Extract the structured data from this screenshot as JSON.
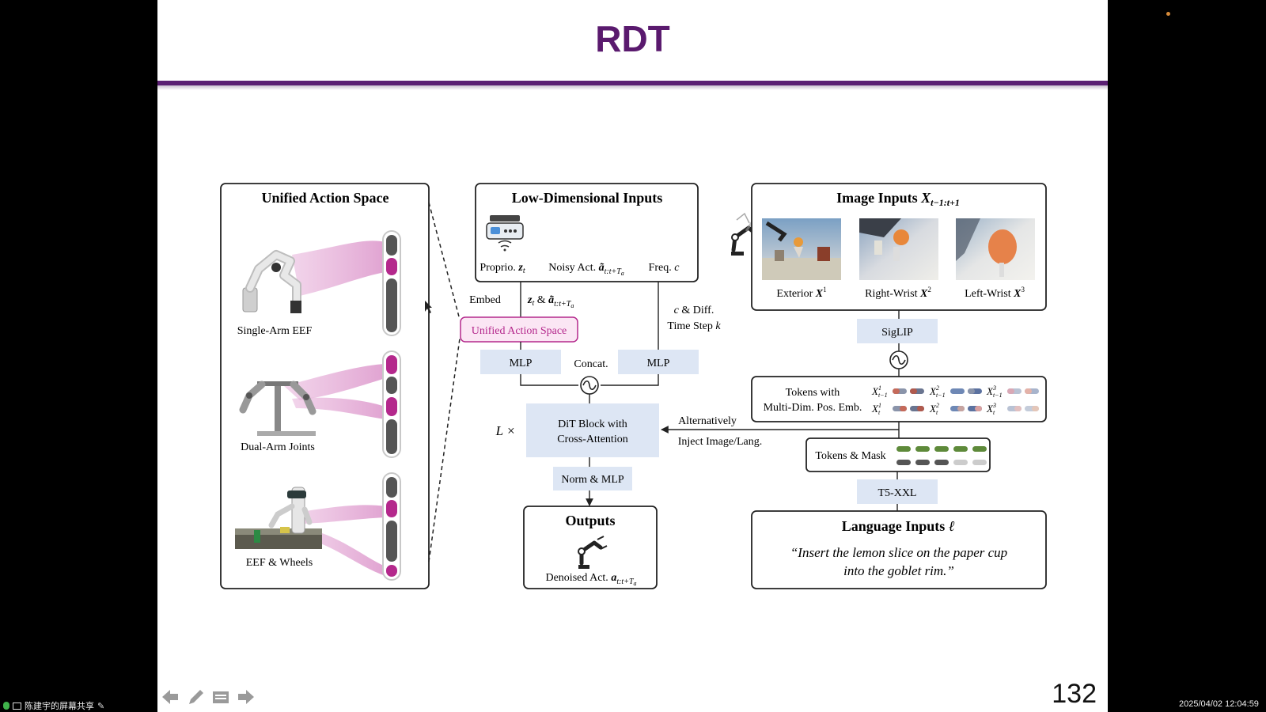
{
  "slide": {
    "title": "RDT",
    "page_number": "132"
  },
  "screen_share": {
    "status_text": "陈建宇的屏幕共享",
    "timestamp": "2025/04/02 12:04:59"
  },
  "unified_action_space": {
    "title": "Unified Action Space",
    "robots": [
      {
        "label": "Single-Arm EEF"
      },
      {
        "label": "Dual-Arm Joints"
      },
      {
        "label": "EEF & Wheels"
      }
    ]
  },
  "low_dim_inputs": {
    "title": "Low-Dimensional Inputs",
    "proprio": "Proprio.",
    "proprio_sym": "z",
    "proprio_sub": "t",
    "noisy_act": "Noisy Act.",
    "noisy_sym": "ã",
    "noisy_sub": "t:t+T",
    "noisy_subsub": "a",
    "freq": "Freq.",
    "freq_sym": "c"
  },
  "flow": {
    "embed": "Embed",
    "embed_expr_z": "z",
    "embed_expr_t": "t",
    "embed_expr_amp": " & ",
    "embed_expr_a": "ã",
    "embed_expr_sub": "t:t+T",
    "embed_expr_subsub": "a",
    "unified_action_space_tag": "Unified Action Space",
    "mlp_left": "MLP",
    "mlp_right": "MLP",
    "concat": "Concat.",
    "cdiff_line1": "c & Diff.",
    "cdiff_line2a": "Time Step ",
    "cdiff_line2b": "k",
    "l_times": "L ×",
    "dit_line1": "DiT Block with",
    "dit_line2": "Cross-Attention",
    "norm_mlp": "Norm & MLP",
    "alternatively": "Alternatively",
    "inject": "Inject Image/Lang."
  },
  "outputs": {
    "title": "Outputs",
    "denoised": "Denoised Act.",
    "denoised_sym": "a",
    "denoised_sub": "t:t+T",
    "denoised_subsub": "a"
  },
  "image_inputs": {
    "title": "Image Inputs ",
    "title_sym": "X",
    "title_sub": "t−1:t+1",
    "cams": [
      {
        "label": "Exterior ",
        "sym": "X",
        "sup": "1"
      },
      {
        "label": "Right-Wrist ",
        "sym": "X",
        "sup": "2"
      },
      {
        "label": "Left-Wrist ",
        "sym": "X",
        "sup": "3"
      }
    ]
  },
  "encoders": {
    "siglip": "SigLIP",
    "t5": "T5-XXL"
  },
  "tokens": {
    "line1": "Tokens with",
    "line2": "Multi-Dim. Pos. Emb.",
    "x_sym": "X",
    "sub_prev": "t−1",
    "sub_cur": "t",
    "sup1": "1",
    "sup2": "2",
    "sup3": "3",
    "mask_label": "Tokens & Mask"
  },
  "language_inputs": {
    "title": "Language Inputs ",
    "title_sym": "ℓ",
    "line1": "“Insert the lemon slice on the paper cup",
    "line2": "into the goblet rim.”"
  },
  "colors": {
    "title_purple": "#5a1a6e",
    "accent_magenta": "#b4288c",
    "box_blue": "#dde6f4",
    "token_green": "#5e8a3a",
    "token_gray": "#555555"
  }
}
